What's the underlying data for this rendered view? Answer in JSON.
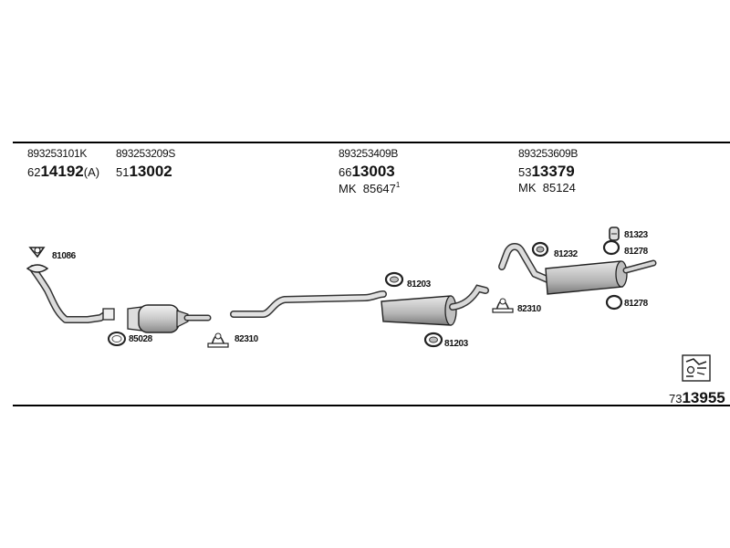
{
  "header_groups": [
    {
      "oe_code": "893253101K",
      "part_prefix": "62",
      "part_number": "14192",
      "part_suffix": "(A)",
      "mk_label": "",
      "mk_number": "",
      "mk_sup": ""
    },
    {
      "oe_code": "893253209S",
      "part_prefix": "51",
      "part_number": "13002",
      "part_suffix": "",
      "mk_label": "",
      "mk_number": "",
      "mk_sup": ""
    },
    {
      "oe_code": "893253409B",
      "part_prefix": "66",
      "part_number": "13003",
      "part_suffix": "",
      "mk_label": "MK",
      "mk_number": "85647",
      "mk_sup": "1"
    },
    {
      "oe_code": "893253609B",
      "part_prefix": "53",
      "part_number": "13379",
      "part_suffix": "",
      "mk_label": "MK",
      "mk_number": "85124",
      "mk_sup": ""
    }
  ],
  "part_labels": {
    "gasket_front": "81086",
    "ring_front": "85028",
    "clamp_left": "82310",
    "ring_mid_top": "81203",
    "ring_mid_bottom": "81203",
    "clamp_right": "82310",
    "ring_rear_left": "81232",
    "hanger_top": "81323",
    "ring_rear_top": "81278",
    "ring_rear_bottom": "81278"
  },
  "set_number": {
    "prefix": "73",
    "number": "13955"
  },
  "icons": {
    "set_icon": "exhaust-kit-icon"
  }
}
